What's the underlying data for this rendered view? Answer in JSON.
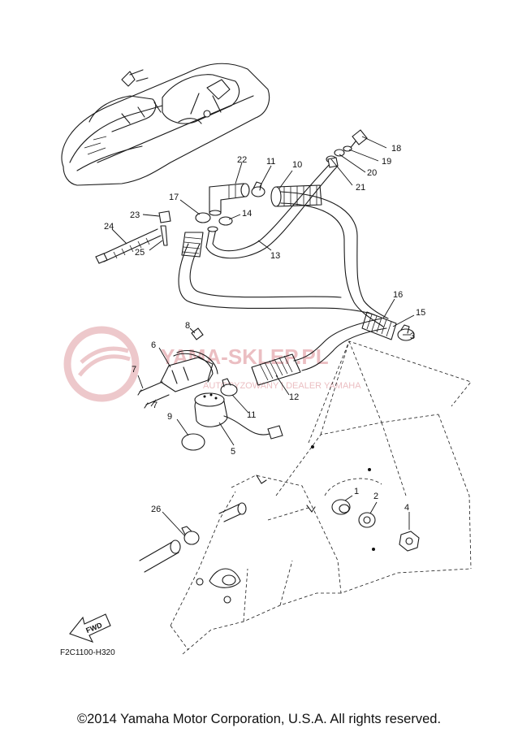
{
  "watermark": {
    "brand": "YAMA-SKLEP.PL",
    "tagline": "AUTORYZOWANY | DEALER YAMAHA"
  },
  "callouts": [
    "1",
    "2",
    "3",
    "4",
    "5",
    "6",
    "7",
    "7",
    "8",
    "9",
    "10",
    "11",
    "11",
    "12",
    "13",
    "14",
    "15",
    "16",
    "17",
    "18",
    "19",
    "20",
    "21",
    "22",
    "23",
    "24",
    "25",
    "26"
  ],
  "fwd_label": "FWD",
  "diagram_code": "F2C1100-H320",
  "footer": "©2014 Yamaha Motor Corporation, U.S.A. All rights reserved."
}
